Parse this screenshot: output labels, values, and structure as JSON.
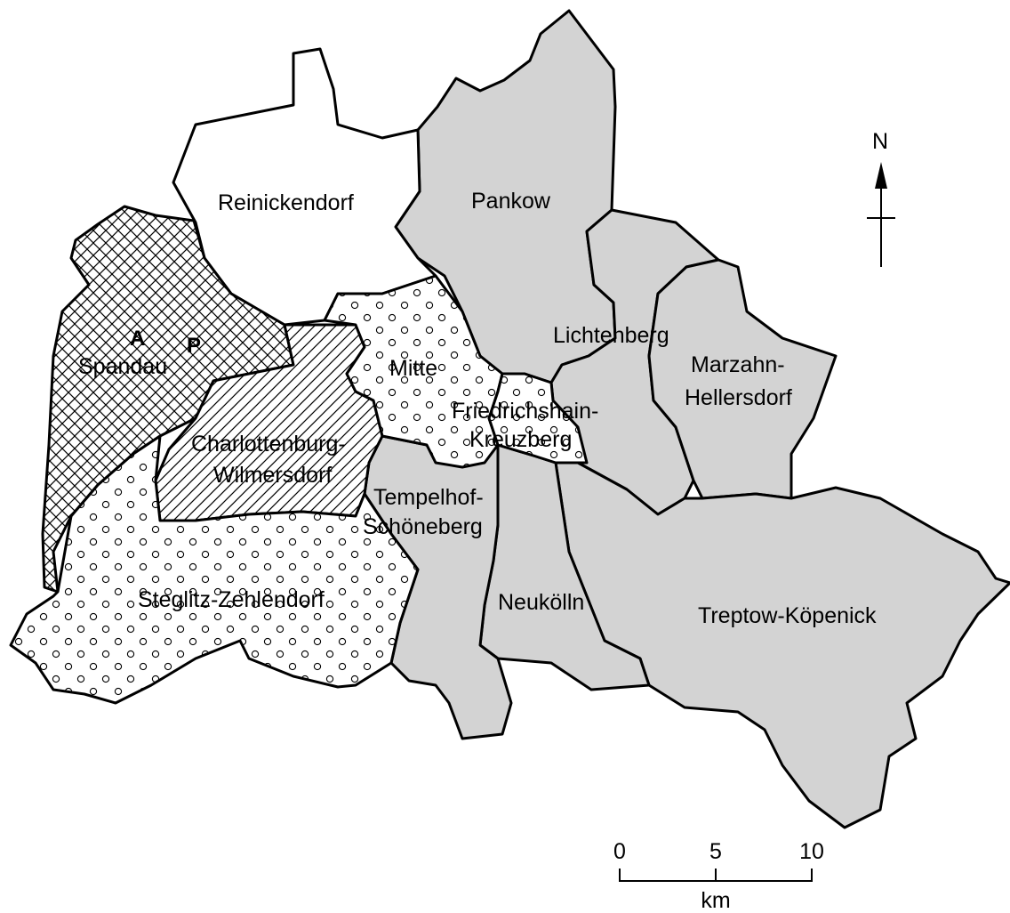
{
  "colors": {
    "gray_fill": "#d3d3d3",
    "white_fill": "#ffffff",
    "border": "#000000"
  },
  "districts": [
    {
      "name": "Reinickendorf",
      "fill": "white"
    },
    {
      "name": "Spandau",
      "fill": "crosshatch"
    },
    {
      "name": "Charlottenburg-",
      "name2": "Wilmersdorf",
      "fill": "diagonal-hatch"
    },
    {
      "name": "Mitte",
      "fill": "circles"
    },
    {
      "name": "Friedrichshain-",
      "name2": "Kreuzberg",
      "fill": "circles"
    },
    {
      "name": "Steglitz-Zehlendorf",
      "fill": "circles"
    },
    {
      "name": "Tempelhof-",
      "name2": "Schöneberg",
      "fill": "gray"
    },
    {
      "name": "Pankow",
      "fill": "gray"
    },
    {
      "name": "Lichtenberg",
      "fill": "gray"
    },
    {
      "name": "Marzahn-",
      "name2": "Hellersdorf",
      "fill": "gray"
    },
    {
      "name": "Neukölln",
      "fill": "gray"
    },
    {
      "name": "Treptow-Köpenick",
      "fill": "gray"
    }
  ],
  "markers": {
    "a": "A",
    "p": "P"
  },
  "north_arrow": {
    "label": "N"
  },
  "scale_bar": {
    "ticks": [
      "0",
      "5",
      "10"
    ],
    "unit": "km"
  }
}
